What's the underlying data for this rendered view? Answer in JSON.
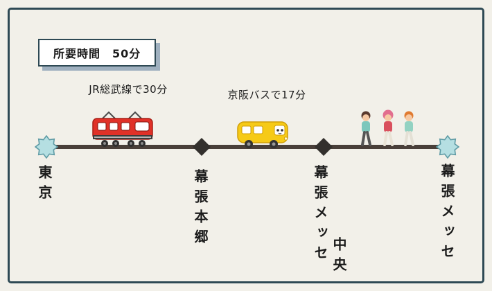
{
  "title_box": {
    "text": "所要時間　50分"
  },
  "segments": [
    {
      "label": "JR総武線で30分",
      "icon": "train-icon"
    },
    {
      "label": "京阪バスで17分",
      "icon": "bus-icon"
    },
    {
      "label": "",
      "icon": "walking-people-icon"
    }
  ],
  "stations": [
    {
      "name": "東京",
      "marker": "burst-star"
    },
    {
      "name": "幕張本郷",
      "marker": "diamond"
    },
    {
      "name": "幕張メッセ",
      "sub": "中央",
      "marker": "diamond"
    },
    {
      "name": "幕張メッセ",
      "marker": "burst-star"
    }
  ],
  "colors": {
    "background": "#f2f0e9",
    "frame_border": "#2e4954",
    "title_shadow": "#9fb0bf",
    "route_line": "#493f39",
    "star_fill": "#b5dfe2",
    "star_stroke": "#5d9aa4",
    "diamond": "#33302d",
    "train_red": "#e03128",
    "bus_yellow": "#f6ca17",
    "text": "#1b1b1b"
  }
}
